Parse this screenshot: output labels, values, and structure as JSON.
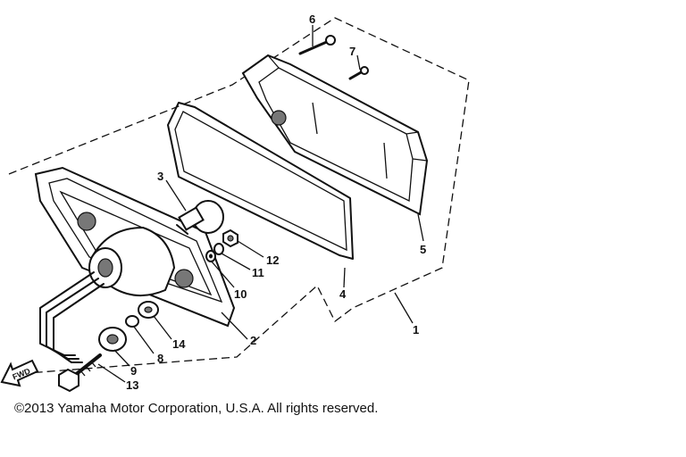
{
  "callouts": {
    "c1": "1",
    "c2": "2",
    "c3": "3",
    "c4": "4",
    "c5": "5",
    "c6": "6",
    "c7": "7",
    "c8": "8",
    "c9": "9",
    "c10": "10",
    "c11": "11",
    "c12": "12",
    "c13": "13",
    "c14": "14"
  },
  "arrow_label": "FWD",
  "copyright": "©2013 Yamaha Motor Corporation, U.S.A. All rights reserved."
}
